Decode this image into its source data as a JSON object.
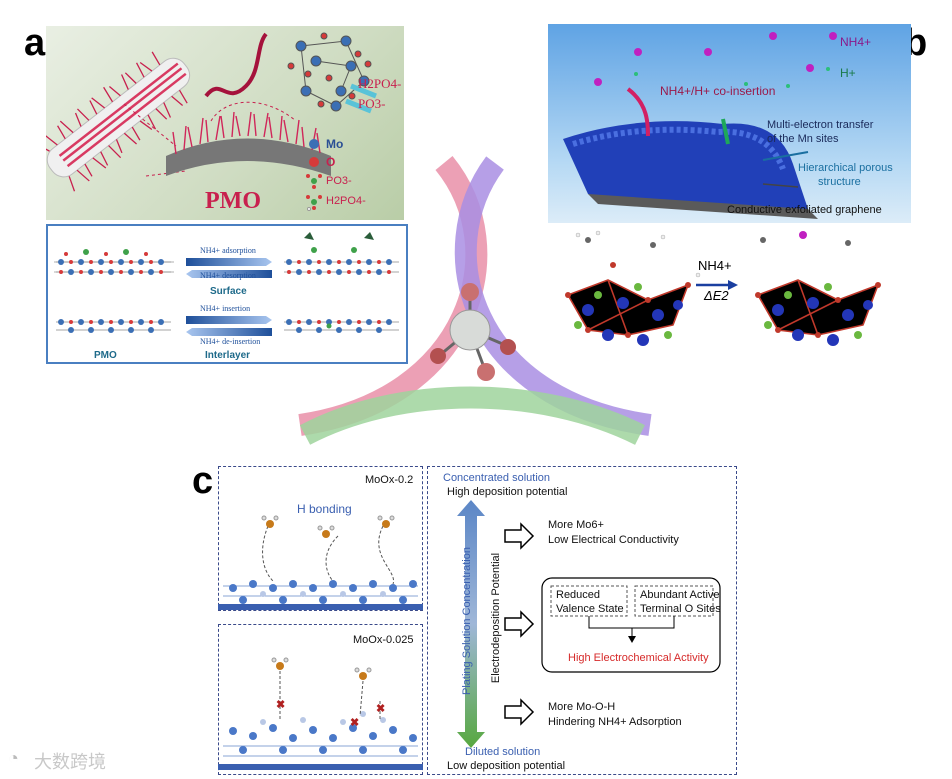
{
  "panels": {
    "a": {
      "letter": "a",
      "title": "PMO",
      "legend": [
        "Mo",
        "O",
        "PO3-",
        "H2PO4-"
      ],
      "ion_labels": [
        "H2PO4-",
        "PO3-"
      ],
      "adsorption": "NH4+ adsorption",
      "desorption": "NH4+ desorption",
      "surface": "Surface",
      "insertion": "NH4+ insertion",
      "deinsertion": "NH4+ de-insertion",
      "interlayer": "Interlayer",
      "pmo_label": "PMO"
    },
    "b": {
      "letter": "b",
      "nh4": "NH4+",
      "h": "H+",
      "coinsertion": "NH4+/H+ co-insertion",
      "multi_electron_1": "Multi-electron transfer",
      "multi_electron_2": "of the Mn sites",
      "hierarchical_1": "Hierarchical porous",
      "hierarchical_2": "structure",
      "graphene": "Conductive exfoliated graphene",
      "arrow_top": "NH4+",
      "arrow_bottom": "ΔE2"
    },
    "c": {
      "letter": "c",
      "top_label": "MoOx-0.2",
      "h_bonding": "H bonding",
      "bottom_label": "MoOx-0.025",
      "concentrated": "Concentrated solution",
      "high_dep": "High deposition potential",
      "diluted": "Diluted solution",
      "low_dep": "Low deposition potential",
      "axis1": "Plating Solution Concentration",
      "axis2": "Electrodeposition Potential",
      "more_mo": "More Mo6+",
      "low_cond": "Low Electrical Conductivity",
      "reduced_1": "Reduced",
      "reduced_2": "Valence State",
      "abundant_1": "Abundant Active",
      "abundant_2": "Terminal O Sites",
      "high_activity": "High Electrochemical Activity",
      "more_moh": "More Mo-O-H",
      "hindering": "Hindering NH4+ Adsorption"
    }
  },
  "watermark": "大数跨境",
  "colors": {
    "pink_arc": "#e98fa8",
    "purple_arc": "#a98ee3",
    "green_arc": "#9fd39c",
    "dashed_border": "#3a4a8a",
    "red_text": "#d62a2a",
    "teal": "#2a8a9a",
    "grad_top": "#5b86c6",
    "grad_bottom": "#57a83f"
  }
}
